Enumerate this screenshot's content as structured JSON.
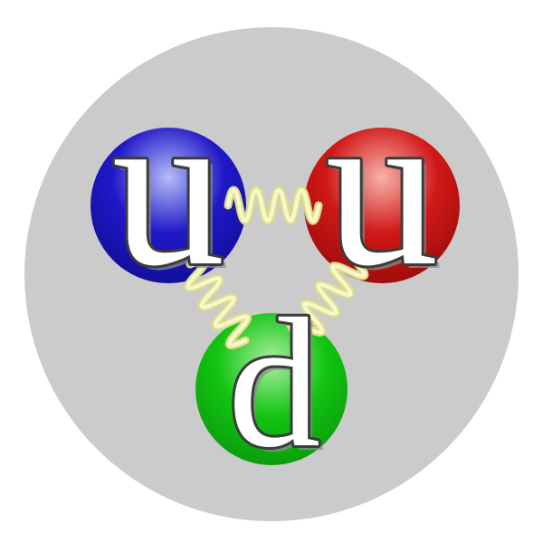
{
  "diagram": {
    "background": {
      "proton_color": "#cbcbcb"
    },
    "quarks": [
      {
        "label": "u",
        "base_color": "#2018c8",
        "highlight_color": "#b4bcf8",
        "edge_color": "#0c0c88"
      },
      {
        "label": "u",
        "base_color": "#d01818",
        "highlight_color": "#f8b2aa",
        "edge_color": "#8e0808"
      },
      {
        "label": "d",
        "base_color": "#12c412",
        "highlight_color": "#aaf0a2",
        "edge_color": "#089008"
      }
    ],
    "gluons": {
      "outer_color": "#dcdc8a",
      "inner_color": "#f7f7c9"
    },
    "label_style": {
      "fill": "#ffffff",
      "outline": "#3c3c3c",
      "shadow": "#8c8c8c"
    }
  }
}
